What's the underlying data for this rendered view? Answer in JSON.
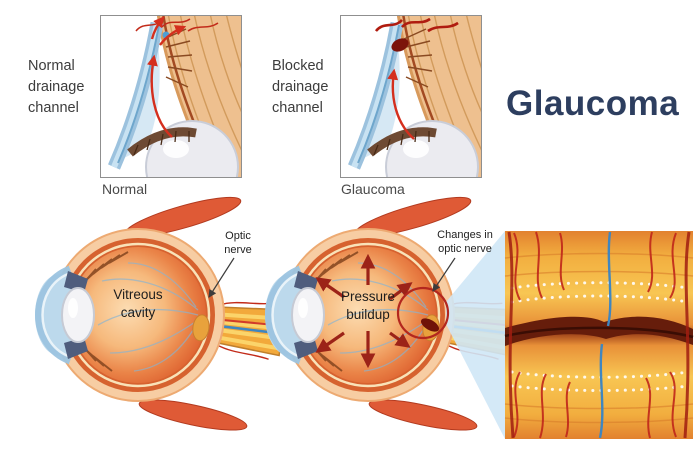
{
  "title": "Glaucoma",
  "panels": {
    "inset_normal": {
      "side_label": "Normal\ndrainage\nchannel",
      "caption": "Normal"
    },
    "inset_blocked": {
      "side_label": "Blocked\ndrainage\nchannel",
      "caption": "Glaucoma"
    }
  },
  "eye_normal": {
    "cavity_label": "Vitreous\ncavity",
    "pointer_label": "Optic\nnerve"
  },
  "eye_glaucoma": {
    "cavity_label": "Pressure\nbuildup",
    "pointer_label": "Changes in\noptic nerve"
  },
  "colors": {
    "title_text": "#2d3e5f",
    "body_text": "#3c3c3c",
    "highlight_circle": "#b3271e",
    "zoom_wedge": "#cfe7f6",
    "sclera": "#f7cda3",
    "choroid": "#d6622f",
    "muscle": "#df5a36"
  }
}
